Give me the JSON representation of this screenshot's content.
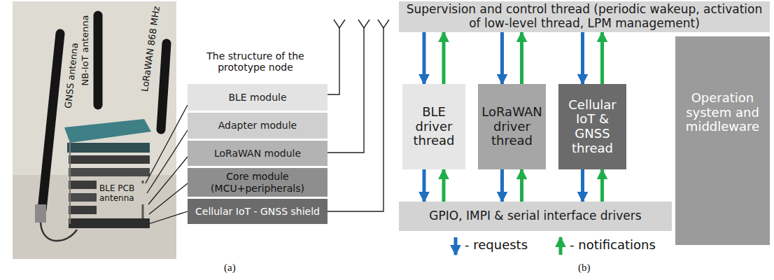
{
  "diagram": {
    "nodes": [
      {
        "text": [
          "BLE module"
        ]
      },
      {
        "text": [
          "Adapter module"
        ]
      },
      {
        "text": [
          "LoRaWAN module"
        ]
      },
      {
        "text": [
          "Core module (MCU+peripherals)"
        ]
      },
      {
        "text": [
          "Cellular IoT - GNSS shield"
        ]
      },
      {
        "text": [
          "Supervision and control thread (periodic wakeup, activation of low-level thread, LPM management)"
        ]
      },
      {
        "text": [
          "BLE driver thread"
        ]
      },
      {
        "text": [
          "LoRaWAN driver thread"
        ]
      },
      {
        "text": [
          "Cellular IoT & GNSS thread"
        ]
      },
      {
        "text": [
          "Operation system and middleware"
        ]
      },
      {
        "text": [
          "GPIO, IMPI & serial interface drivers"
        ]
      }
    ],
    "edges": [
      {
        "from": 5,
        "to": 6,
        "arrow": "to"
      },
      {
        "from": 6,
        "to": 5,
        "arrow": "to"
      },
      {
        "from": 5,
        "to": 7,
        "arrow": "to"
      },
      {
        "from": 7,
        "to": 5,
        "arrow": "to"
      },
      {
        "from": 5,
        "to": 8,
        "arrow": "to"
      },
      {
        "from": 8,
        "to": 5,
        "arrow": "to"
      },
      {
        "from": 6,
        "to": 10,
        "arrow": "to"
      },
      {
        "from": 10,
        "to": 6,
        "arrow": "to"
      },
      {
        "from": 7,
        "to": 10,
        "arrow": "to"
      },
      {
        "from": 10,
        "to": 7,
        "arrow": "to"
      },
      {
        "from": 8,
        "to": 10,
        "arrow": "to"
      },
      {
        "from": 10,
        "to": 8,
        "arrow": "to"
      }
    ],
    "labels": [
      "GNSS antenna",
      "NB-IoT antenna",
      "LoRaWAN 868 MHz",
      "BLE PCB antenna",
      "The structure of the prototype node",
      "(a)",
      "(b)"
    ],
    "legend": [
      {
        "text": "- requests"
      },
      {
        "text": "- notifications"
      }
    ]
  }
}
